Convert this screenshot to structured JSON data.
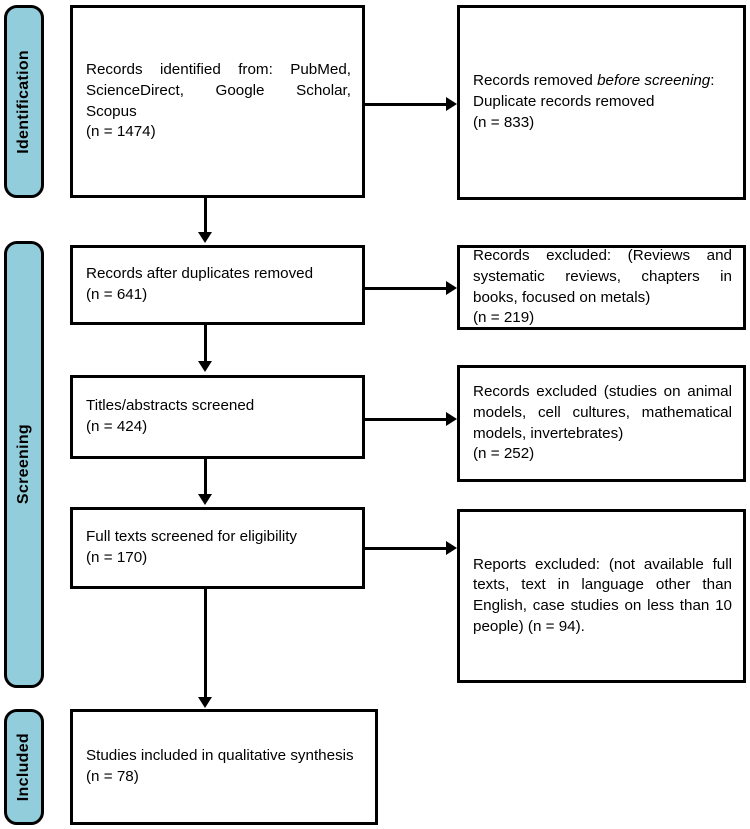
{
  "diagram": {
    "type": "prisma-flow-diagram",
    "accent_color": "#92CDDC",
    "line_color": "#000000",
    "background": "#ffffff",
    "phases": [
      {
        "id": "identification",
        "label": "Identification"
      },
      {
        "id": "screening",
        "label": "Screening"
      },
      {
        "id": "included",
        "label": "Included"
      }
    ],
    "boxes": [
      {
        "id": "records-identified",
        "phase": "identification",
        "column": "main",
        "text": "Records identified from: PubMed, ScienceDirect, Google Scholar, Scopus\n     (n = 1474)",
        "count_label": "(n = 1474)",
        "count": 1474
      },
      {
        "id": "records-removed-before-screening",
        "phase": "identification",
        "column": "side",
        "text_before_italic": "Records removed ",
        "italic_text": "before screening",
        "text_after_italic": ":\n   Duplicate records removed\n(n = 833)",
        "count_label": "(n = 833)",
        "count": 833
      },
      {
        "id": "records-after-duplicates-removed",
        "phase": "screening",
        "column": "main",
        "text": "Records after duplicates removed\n(n = 641)",
        "count_label": "(n = 641)",
        "count": 641
      },
      {
        "id": "records-excluded-reviews",
        "phase": "screening",
        "column": "side",
        "text": "Records excluded: (Reviews and systematic reviews, chapters in books, focused on metals)\n (n = 219)",
        "count_label": "(n = 219)",
        "count": 219
      },
      {
        "id": "titles-abstracts-screened",
        "phase": "screening",
        "column": "main",
        "text": "Titles/abstracts screened\n(n = 424)",
        "count_label": "(n = 424)",
        "count": 424
      },
      {
        "id": "records-excluded-studies",
        "phase": "screening",
        "column": "side",
        "text": "Records excluded (studies on animal models, cell cultures, mathematical models, invertebrates)\n(n = 252)",
        "count_label": "(n = 252)",
        "count": 252
      },
      {
        "id": "full-texts-screened",
        "phase": "screening",
        "column": "main",
        "text": "Full texts screened for eligibility\n(n = 170)",
        "count_label": "(n = 170)",
        "count": 170
      },
      {
        "id": "reports-excluded",
        "phase": "screening",
        "column": "side",
        "text": "Reports excluded: (not available full texts, text in language other than English, case studies on less than 10 people) (n = 94).",
        "count_label": "(n = 94)",
        "count": 94
      },
      {
        "id": "studies-included",
        "phase": "included",
        "column": "main",
        "text": "Studies included in qualitative synthesis\n(n = 78)",
        "count_label": "(n = 78)",
        "count": 78
      }
    ]
  }
}
